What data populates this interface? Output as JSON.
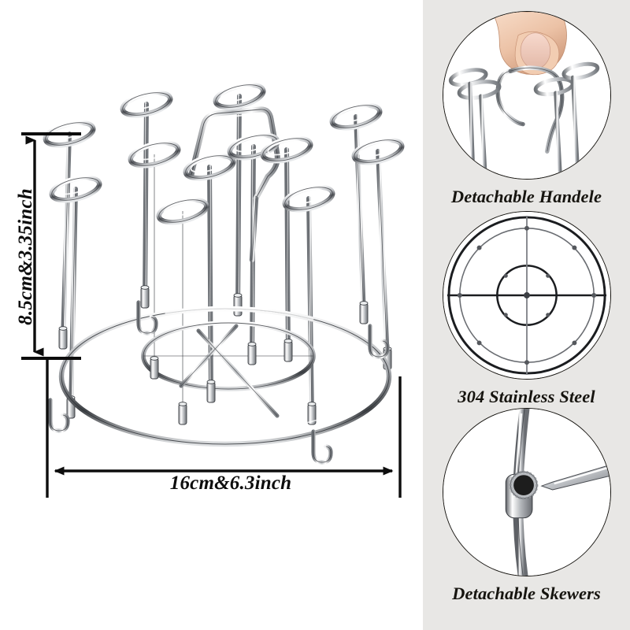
{
  "colors": {
    "left_background": "#ffffff",
    "right_background": "#e8e7e5",
    "annotation": "#0d0d0d",
    "caption_text": "#16140f",
    "circle_outline": "#15130f",
    "metal_light": "#fdfdfd",
    "metal_mid": "#c9cbcd",
    "metal_dark": "#4a4d52",
    "metal_outline": "#2b2e33",
    "skin_light": "#f6d9c4",
    "skin_mid": "#e8bb9d",
    "skin_dark": "#c99375",
    "nail": "#f0cdc0",
    "socket_hole": "#1d1d1d"
  },
  "product": {
    "name": "stainless-steel-skewer-rack",
    "skewer_count": 12,
    "has_center_handle": true,
    "base_hook_count": 3
  },
  "dimensions": {
    "height": {
      "label": "8.5cm&3.35inch",
      "orientation": "vertical",
      "arrow": "double-ended"
    },
    "width": {
      "label": "16cm&6.3inch",
      "orientation": "horizontal",
      "arrow": "double-ended"
    }
  },
  "features": [
    {
      "id": "detachable-handle",
      "caption": "Detachable Handele",
      "image": "hand-lifting-wire-handle-from-rack"
    },
    {
      "id": "stainless-steel",
      "caption": "304 Stainless Steel",
      "image": "top-down-view-of-round-wire-base"
    },
    {
      "id": "detachable-skewers",
      "caption": "Detachable Skewers",
      "image": "skewer-tip-inserted-into-tube-socket"
    }
  ]
}
